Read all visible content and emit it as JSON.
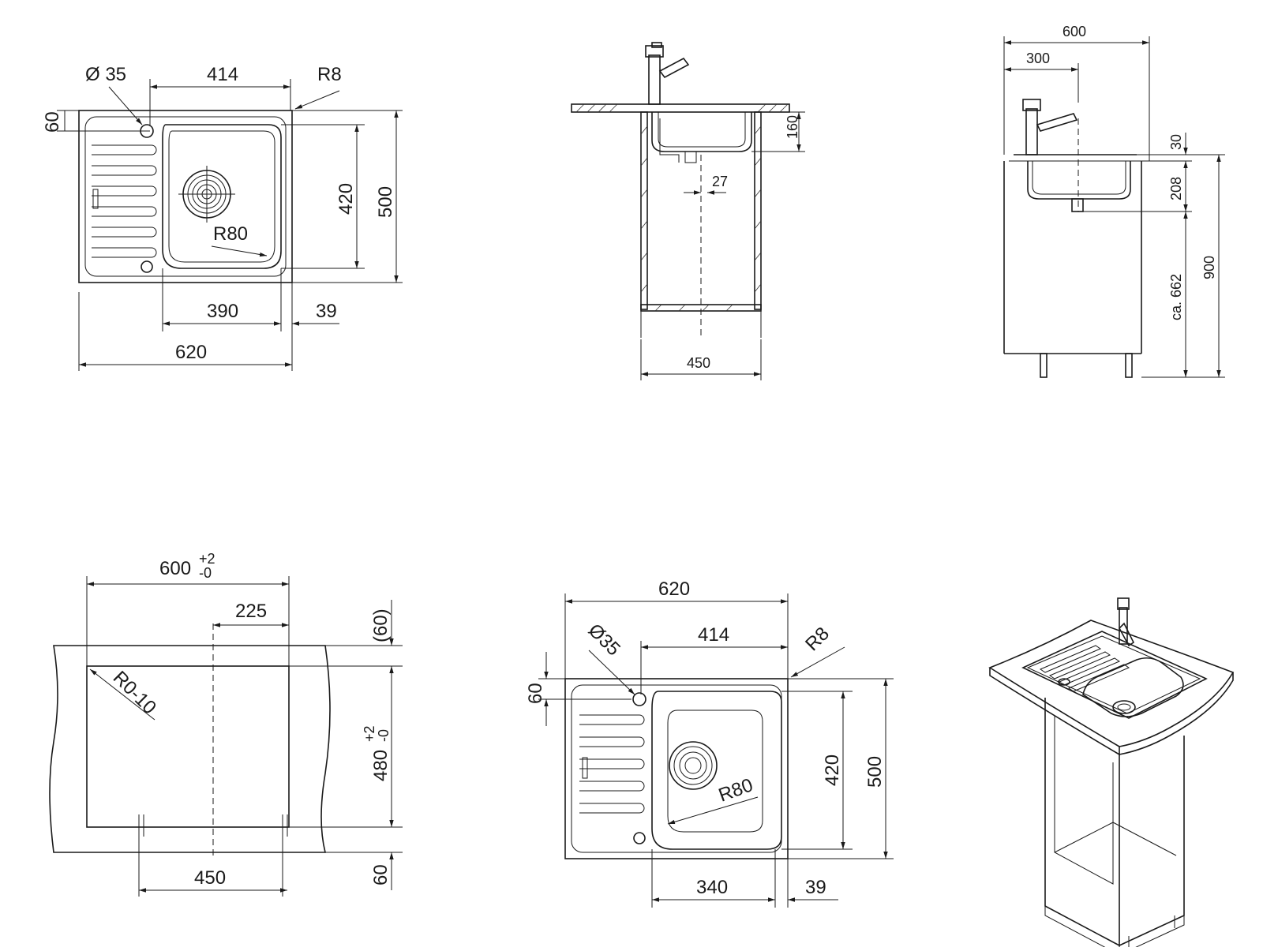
{
  "top_view": {
    "tap_hole": "Ø 35",
    "width_bowl_outer": "414",
    "corner_radius": "R8",
    "tap_offset": "60",
    "bowl_height": "420",
    "total_height": "500",
    "bowl_radius": "R80",
    "bowl_width": "390",
    "edge_right": "39",
    "total_width": "620"
  },
  "side_view": {
    "bowl_depth": "160",
    "drain_offset": "27",
    "cabinet_width": "450"
  },
  "elevation_view": {
    "cabinet_depth": "600",
    "tap_offset": "300",
    "rim_height": "30",
    "bowl_depth": "208",
    "clearance": "ca. 662",
    "counter_height": "900"
  },
  "cutout_view": {
    "cutout_width": "600",
    "cutout_width_tol_plus": "+2",
    "cutout_width_tol_minus": "-0",
    "center_offset": "225",
    "margin_top": "(60)",
    "corner_radius": "R0-10",
    "cutout_height": "480",
    "cutout_height_tol_plus": "+2",
    "cutout_height_tol_minus": "-0",
    "margin_bottom": "60",
    "cabinet_width": "450"
  },
  "second_top_view": {
    "total_width": "620",
    "tap_hole": "Ø35",
    "width_bowl_outer": "414",
    "corner_radius": "R8",
    "tap_offset": "60",
    "bowl_radius": "R80",
    "bowl_height": "420",
    "total_height": "500",
    "bowl_width": "340",
    "edge_right": "39"
  }
}
